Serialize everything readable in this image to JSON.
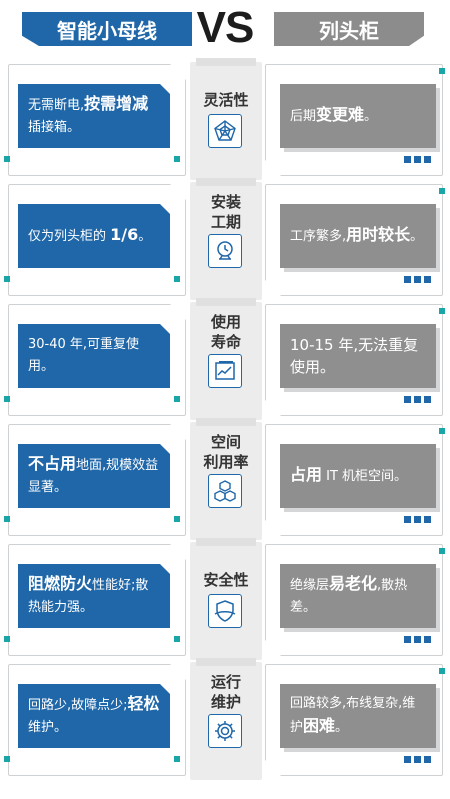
{
  "header": {
    "left_title": "智能小母线",
    "vs": "VS",
    "right_title": "列头柜"
  },
  "colors": {
    "blue": "#1f67a9",
    "grey": "#8f8f8f",
    "teal": "#1aa5a6"
  },
  "rows": [
    {
      "category": "灵活性",
      "icon": "pentagon-chart-icon",
      "left": {
        "pre": "无需断电,",
        "bold": "按需增减",
        "post": "插接箱。"
      },
      "right": {
        "pre": "后期",
        "bold": "变更难",
        "post": "。"
      }
    },
    {
      "category": "安装工期",
      "icon": "clock-icon",
      "left": {
        "pre": "仅为列头柜的 ",
        "bold": "1/6",
        "post": "。"
      },
      "right": {
        "pre": "工序繁多,",
        "bold": "用时较长",
        "post": "。"
      }
    },
    {
      "category": "使用寿命",
      "icon": "line-chart-icon",
      "left": {
        "pre": "30-40 年,可重复使用。",
        "bold": "",
        "post": ""
      },
      "right": {
        "pre": "10-15 年,无法重复使用。",
        "bold": "",
        "post": ""
      }
    },
    {
      "category": "空间利用率",
      "icon": "cubes-icon",
      "left": {
        "pre": "",
        "bold": "不占用",
        "post": "地面,规模效益显著。"
      },
      "right": {
        "pre": "",
        "bold": "占用",
        "post": " IT 机柜空间。"
      }
    },
    {
      "category": "安全性",
      "icon": "shield-icon",
      "left": {
        "pre": "",
        "bold": "阻燃防火",
        "post": "性能好;散热能力强。"
      },
      "right": {
        "pre": "绝缘层",
        "bold": "易老化",
        "post": ",散热差。"
      }
    },
    {
      "category": "运行维护",
      "icon": "gear-icon",
      "left": {
        "pre": "回路少,故障点少;",
        "bold": "轻松",
        "post": "维护。"
      },
      "right": {
        "pre": "回路较多,布线复杂,维护",
        "bold": "困难",
        "post": "。"
      }
    }
  ]
}
